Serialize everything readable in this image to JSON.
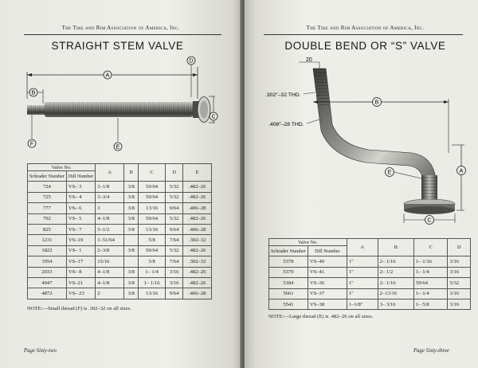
{
  "header": {
    "running_head": "The Tire and Rim Association of America, Inc."
  },
  "left": {
    "title": "STRAIGHT STEM VALVE",
    "callouts": {
      "a": "A",
      "b": "B",
      "c": "C",
      "d": "D",
      "e": "E",
      "f": "F"
    },
    "table": {
      "group_header": "Valve No.",
      "headers": [
        "Schrader Number",
        "Dill Number",
        "A",
        "B",
        "C",
        "D",
        "E"
      ],
      "rows": [
        [
          "724",
          "VS– 3",
          "3–1/8",
          "3/8",
          "50/64",
          "5/32",
          ".482–26"
        ],
        [
          "725",
          "VS– 4",
          "3–3/4",
          "3/8",
          "50/64",
          "5/32",
          ".482–26"
        ],
        [
          "777",
          "VS– 6",
          "3",
          "3/8",
          "13/16",
          "9/64",
          ".406–28"
        ],
        [
          "792",
          "VS– 5",
          "4–1/8",
          "3/8",
          "50/64",
          "5/32",
          ".482–26"
        ],
        [
          "825",
          "VS– 7",
          "3–1/2",
          "3/8",
          "13/16",
          "9/64",
          ".406–28"
        ],
        [
          "1231",
          "VS–19",
          "1–51/64",
          "",
          "5/8",
          "7/64",
          ".302–32"
        ],
        [
          "1822",
          "VS– 1",
          "2–3/8",
          "3/8",
          "50/64",
          "5/32",
          ".482–26"
        ],
        [
          "1954",
          "VS–17",
          "15/16",
          "",
          "5/8",
          "7/64",
          ".302–32"
        ],
        [
          "2033",
          "VS– 8",
          "4–1/8",
          "3/8",
          "1– 1/4",
          "3/16",
          ".482–26"
        ],
        [
          "4947",
          "VS–21",
          "4–1/8",
          "3/8",
          "1– 1/16",
          "3/16",
          ".482–26"
        ],
        [
          "4872",
          "VS– 23",
          "2",
          "3/8",
          "13/16",
          "9/64",
          ".406–28"
        ]
      ],
      "note": "NOTE:—Small thread (F) is .302–32 on all sizes."
    },
    "folio": "Page Sixty-two"
  },
  "right": {
    "title": "DOUBLE BEND OR “S” VALVE",
    "dim_top": "20",
    "thread_small": ".302″–32 THD.",
    "thread_large": ".406″–28 THD.",
    "callouts": {
      "a": "A",
      "b": "B",
      "c": "C",
      "e": "E"
    },
    "table": {
      "group_header": "Valve No.",
      "headers": [
        "Schrader Number",
        "Dill Number",
        "A",
        "B",
        "C",
        "D"
      ],
      "rows": [
        [
          "5378",
          "VS–40",
          "1″",
          "2– 1/16",
          "1– 1/16",
          "3/16"
        ],
        [
          "5379",
          "VS–41",
          "1″",
          "2– 1/2",
          "1– 1/4",
          "3/16"
        ],
        [
          "5184",
          "VS–36",
          "1″",
          "2– 1/16",
          "59/64",
          "5/32"
        ],
        [
          "5661",
          "VS–37",
          "1″",
          "2–13/16",
          "1– 1/4",
          "3/16"
        ],
        [
          "5541",
          "VS–38",
          "1–1/8″",
          "3– 3/16",
          "1– 5/8",
          "3/16"
        ]
      ],
      "note": "NOTE:—Large thread (E) is .482–26 on all sizes."
    },
    "folio": "Page Sixty-three"
  }
}
